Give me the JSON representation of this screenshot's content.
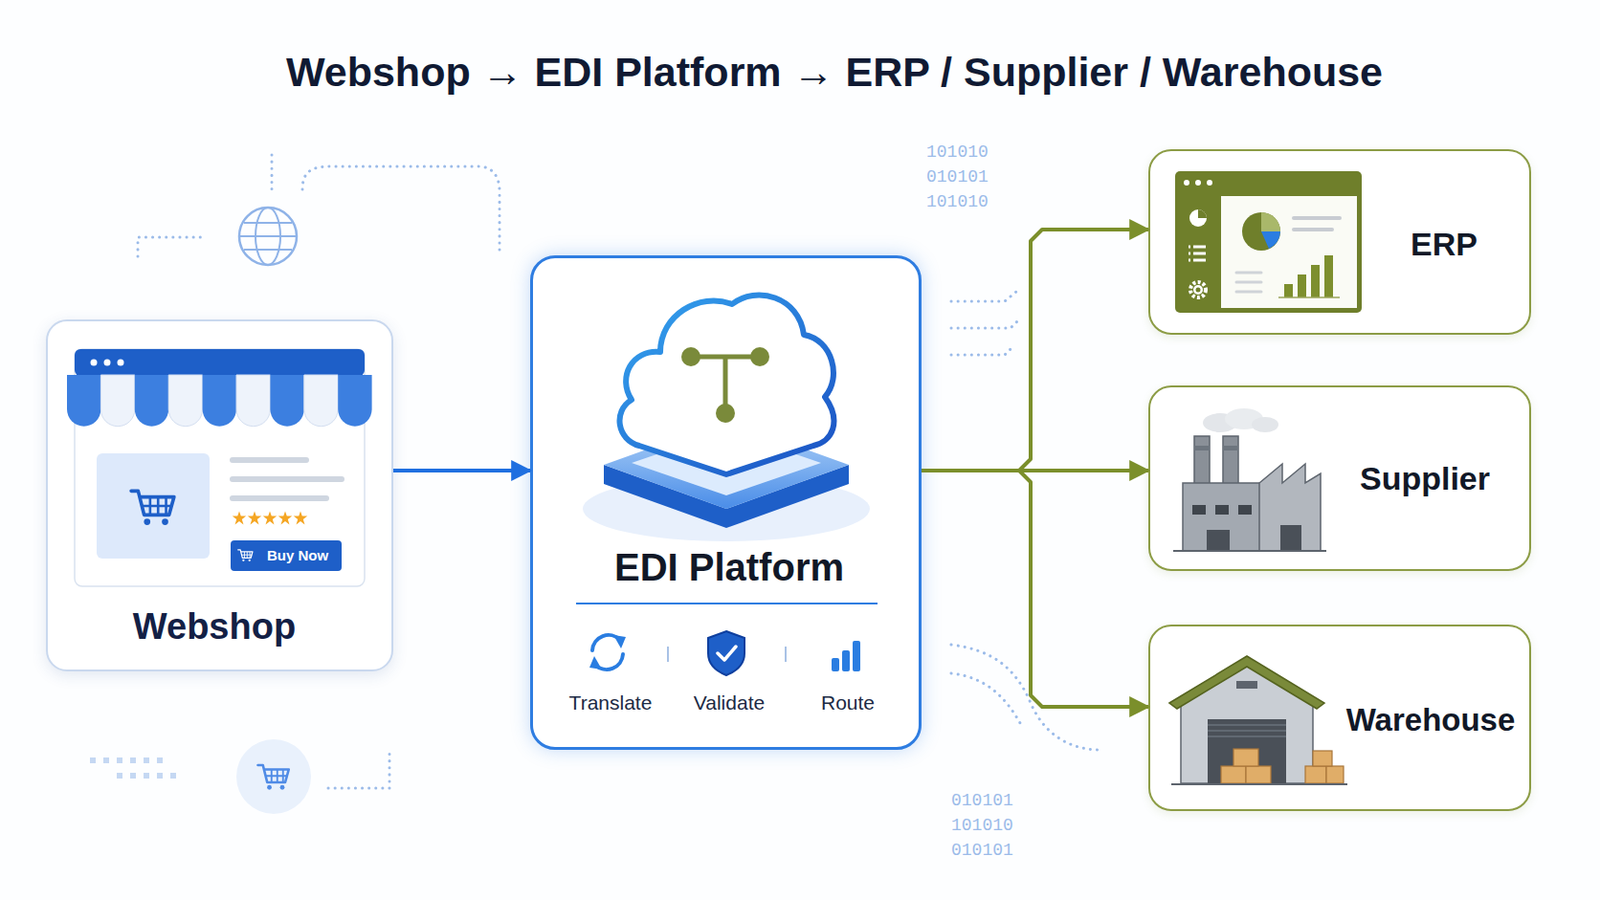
{
  "diagram": {
    "title": "Webshop → EDI Platform → ERP / Supplier / Warehouse",
    "nodes": [
      {
        "text": [
          "Webshop"
        ]
      },
      {
        "text": [
          "EDI Platform",
          "Translate",
          "Validate",
          "Route"
        ]
      },
      {
        "text": [
          "ERP"
        ]
      },
      {
        "text": [
          "Supplier"
        ]
      },
      {
        "text": [
          "Warehouse"
        ]
      }
    ],
    "edges": [
      {
        "from": 0,
        "to": 1,
        "arrow": "to"
      },
      {
        "from": 1,
        "to": 2,
        "arrow": "to"
      },
      {
        "from": 1,
        "to": 3,
        "arrow": "to"
      },
      {
        "from": 1,
        "to": 4,
        "arrow": "to"
      }
    ],
    "labels": [
      "Buy Now",
      "101010 010101 101010",
      "010101 101010 010101"
    ]
  }
}
